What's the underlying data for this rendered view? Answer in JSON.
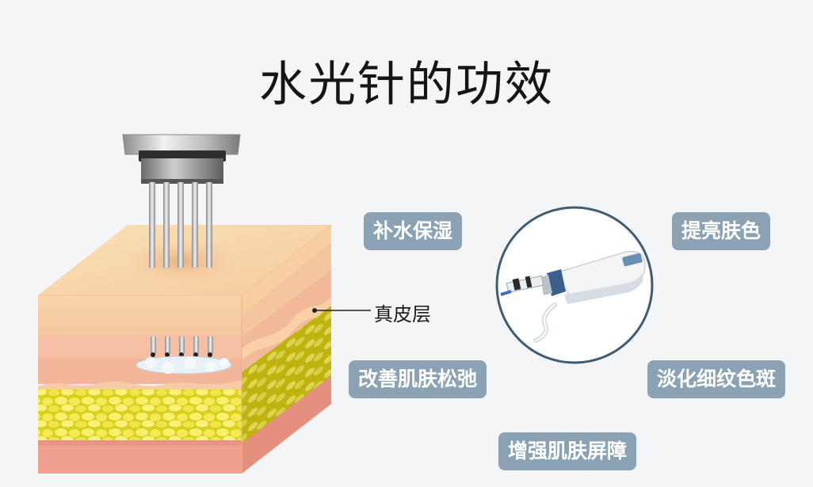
{
  "title": "水光针的功效",
  "layer_label": "真皮层",
  "benefits": [
    "补水保湿",
    "提亮肤色",
    "改善肌肤松弛",
    "淡化细纹色斑",
    "增强肌肤屏障"
  ]
}
